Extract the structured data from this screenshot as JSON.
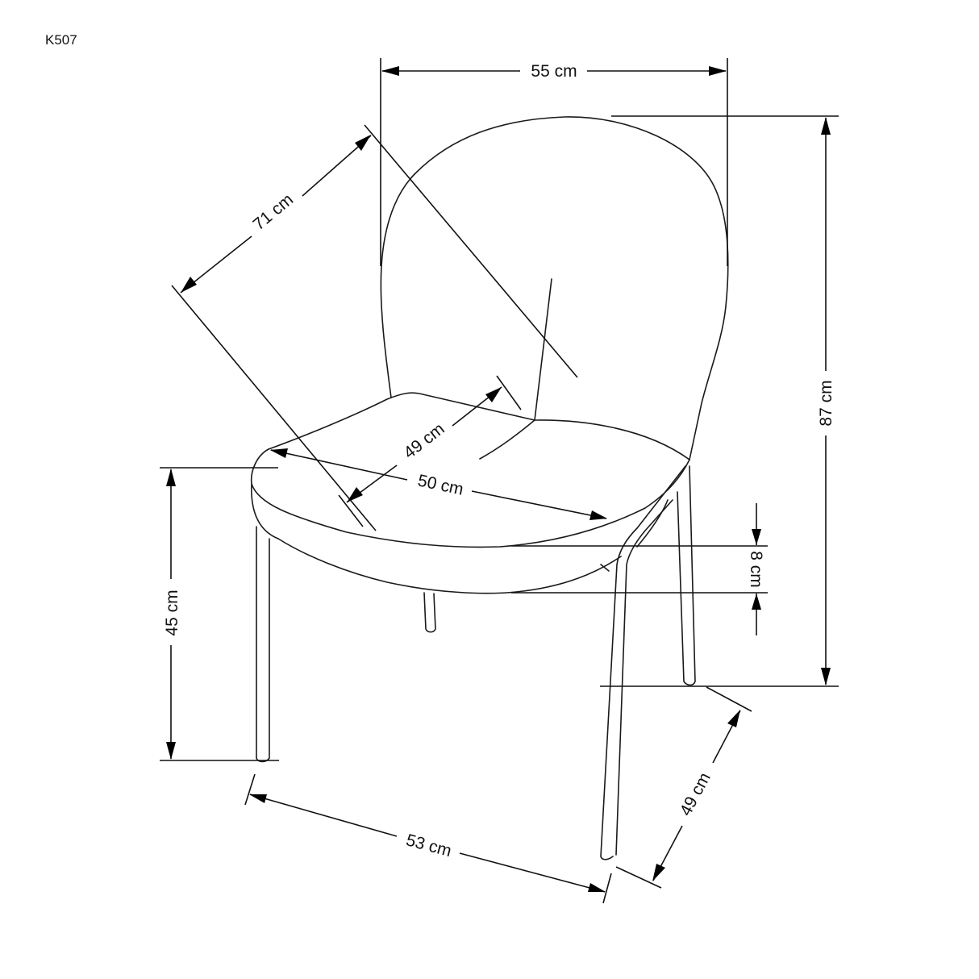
{
  "model_code": "K507",
  "stroke_color": "#111111",
  "background": "#ffffff",
  "dimensions": {
    "overall_width": "55 cm",
    "overall_height": "87 cm",
    "backrest_diagonal": "71 cm",
    "seat_depth": "49 cm",
    "seat_width": "50 cm",
    "seat_thickness": "8 cm",
    "seat_height": "45 cm",
    "base_width": "53 cm",
    "base_depth": "49 cm"
  }
}
